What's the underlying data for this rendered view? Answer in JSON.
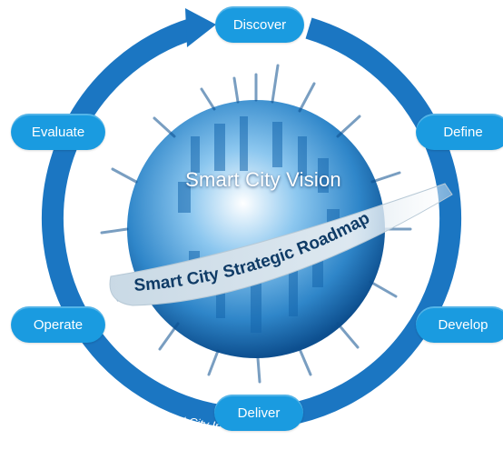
{
  "diagram": {
    "center_title": "Smart City Vision",
    "roadmap_label": "Smart City Strategic Roadmap",
    "cycle_label": "Smart City Innovation Cycle",
    "stages": {
      "discover": "Discover",
      "define": "Define",
      "develop": "Develop",
      "deliver": "Deliver",
      "operate": "Operate",
      "evaluate": "Evaluate"
    }
  },
  "colors": {
    "ring": "#1b76c2",
    "pill": "#1a9be0",
    "globe_dark": "#0d4f8f",
    "globe_light": "#5fb1e6",
    "ribbon": "#c9d9e5",
    "ribbon_text": "#0f3b66"
  }
}
